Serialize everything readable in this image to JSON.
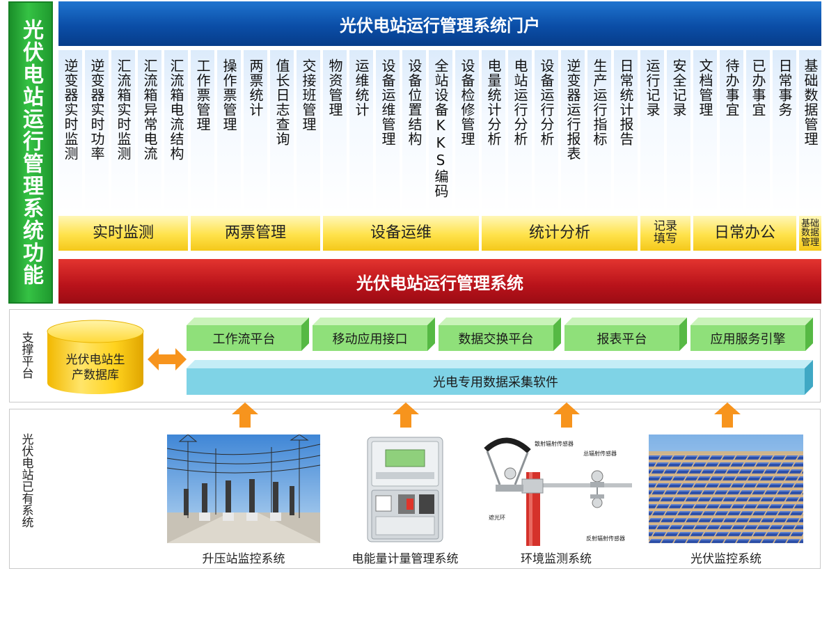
{
  "side_title": "光伏电站运行管理系统功能",
  "portal_header": "光伏电站运行管理系统门户",
  "functions": [
    "逆变器实时监测",
    "逆变器实时功率",
    "汇流箱实时监测",
    "汇流箱异常电流",
    "汇流箱电流结构",
    "工作票管理",
    "操作票管理",
    "两票统计",
    "值长日志查询",
    "交接班管理",
    "物资管理",
    "运维统计",
    "设备运维管理",
    "设备位置结构",
    "全站设备KKS编码",
    "设备检修管理",
    "电量统计分析",
    "电站运行分析",
    "设备运行分析",
    "逆变器运行报表",
    "生产运行指标",
    "日常统计报告",
    "运行记录",
    "安全记录",
    "文档管理",
    "待办事宜",
    "已办事宜",
    "日常事务",
    "基础数据管理"
  ],
  "categories": {
    "realtime": "实时监测",
    "two_tickets": "两票管理",
    "maintenance": "设备运维",
    "statistics": "统计分析",
    "records": "记录填写",
    "office": "日常办公",
    "base_data": "基础数据管理"
  },
  "system_bar": "光伏电站运行管理系统",
  "support": {
    "label": "支撑平台",
    "database": "光伏电站生产数据库",
    "platforms": [
      "工作流平台",
      "移动应用接口",
      "数据交换平台",
      "报表平台",
      "应用服务引擎"
    ],
    "collect": "光电专用数据采集软件"
  },
  "existing": {
    "label": "光伏电站已有系统",
    "systems": [
      "升压站监控系统",
      "电能量计量管理系统",
      "环境监测系统",
      "光伏监控系统"
    ],
    "sensor_labels": {
      "scatter": "散射辐射传感器",
      "total": "总辐射传感器",
      "ring": "遮光环",
      "reflect": "反射辐射传感器"
    }
  },
  "colors": {
    "green": "#2fb23d",
    "blue": "#0b4ea7",
    "red": "#c0141c",
    "yellow": "#ffe24a",
    "platform_green": "#8fe07a",
    "collect_cyan": "#7fd3e6",
    "arrow_orange": "#f7941d"
  }
}
